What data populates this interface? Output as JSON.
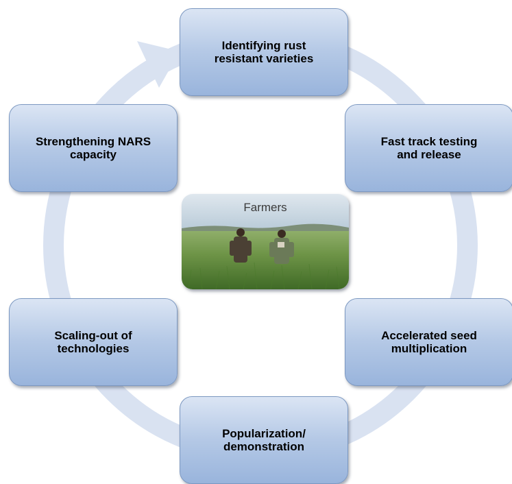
{
  "diagram": {
    "center_label": "Farmers",
    "steps": [
      {
        "label": "Identifying rust\nresistant varieties"
      },
      {
        "label": "Fast track testing\nand release"
      },
      {
        "label": "Accelerated seed\nmultiplication"
      },
      {
        "label": "Popularization/\ndemonstration"
      },
      {
        "label": "Scaling-out of\ntechnologies"
      },
      {
        "label": "Strengthening NARS\ncapacity"
      }
    ]
  },
  "colors": {
    "ring": "#d9e2f1",
    "node_fill_top": "#dbe5f4",
    "node_fill_bottom": "#99b4dc",
    "node_border": "#7c98c1",
    "sky": "#c7d6e2",
    "field": "#5f8a3c"
  },
  "icons": {
    "cycle_arrow": "circular-arrow-icon",
    "photo": "farmers-in-wheat-field-photo"
  }
}
